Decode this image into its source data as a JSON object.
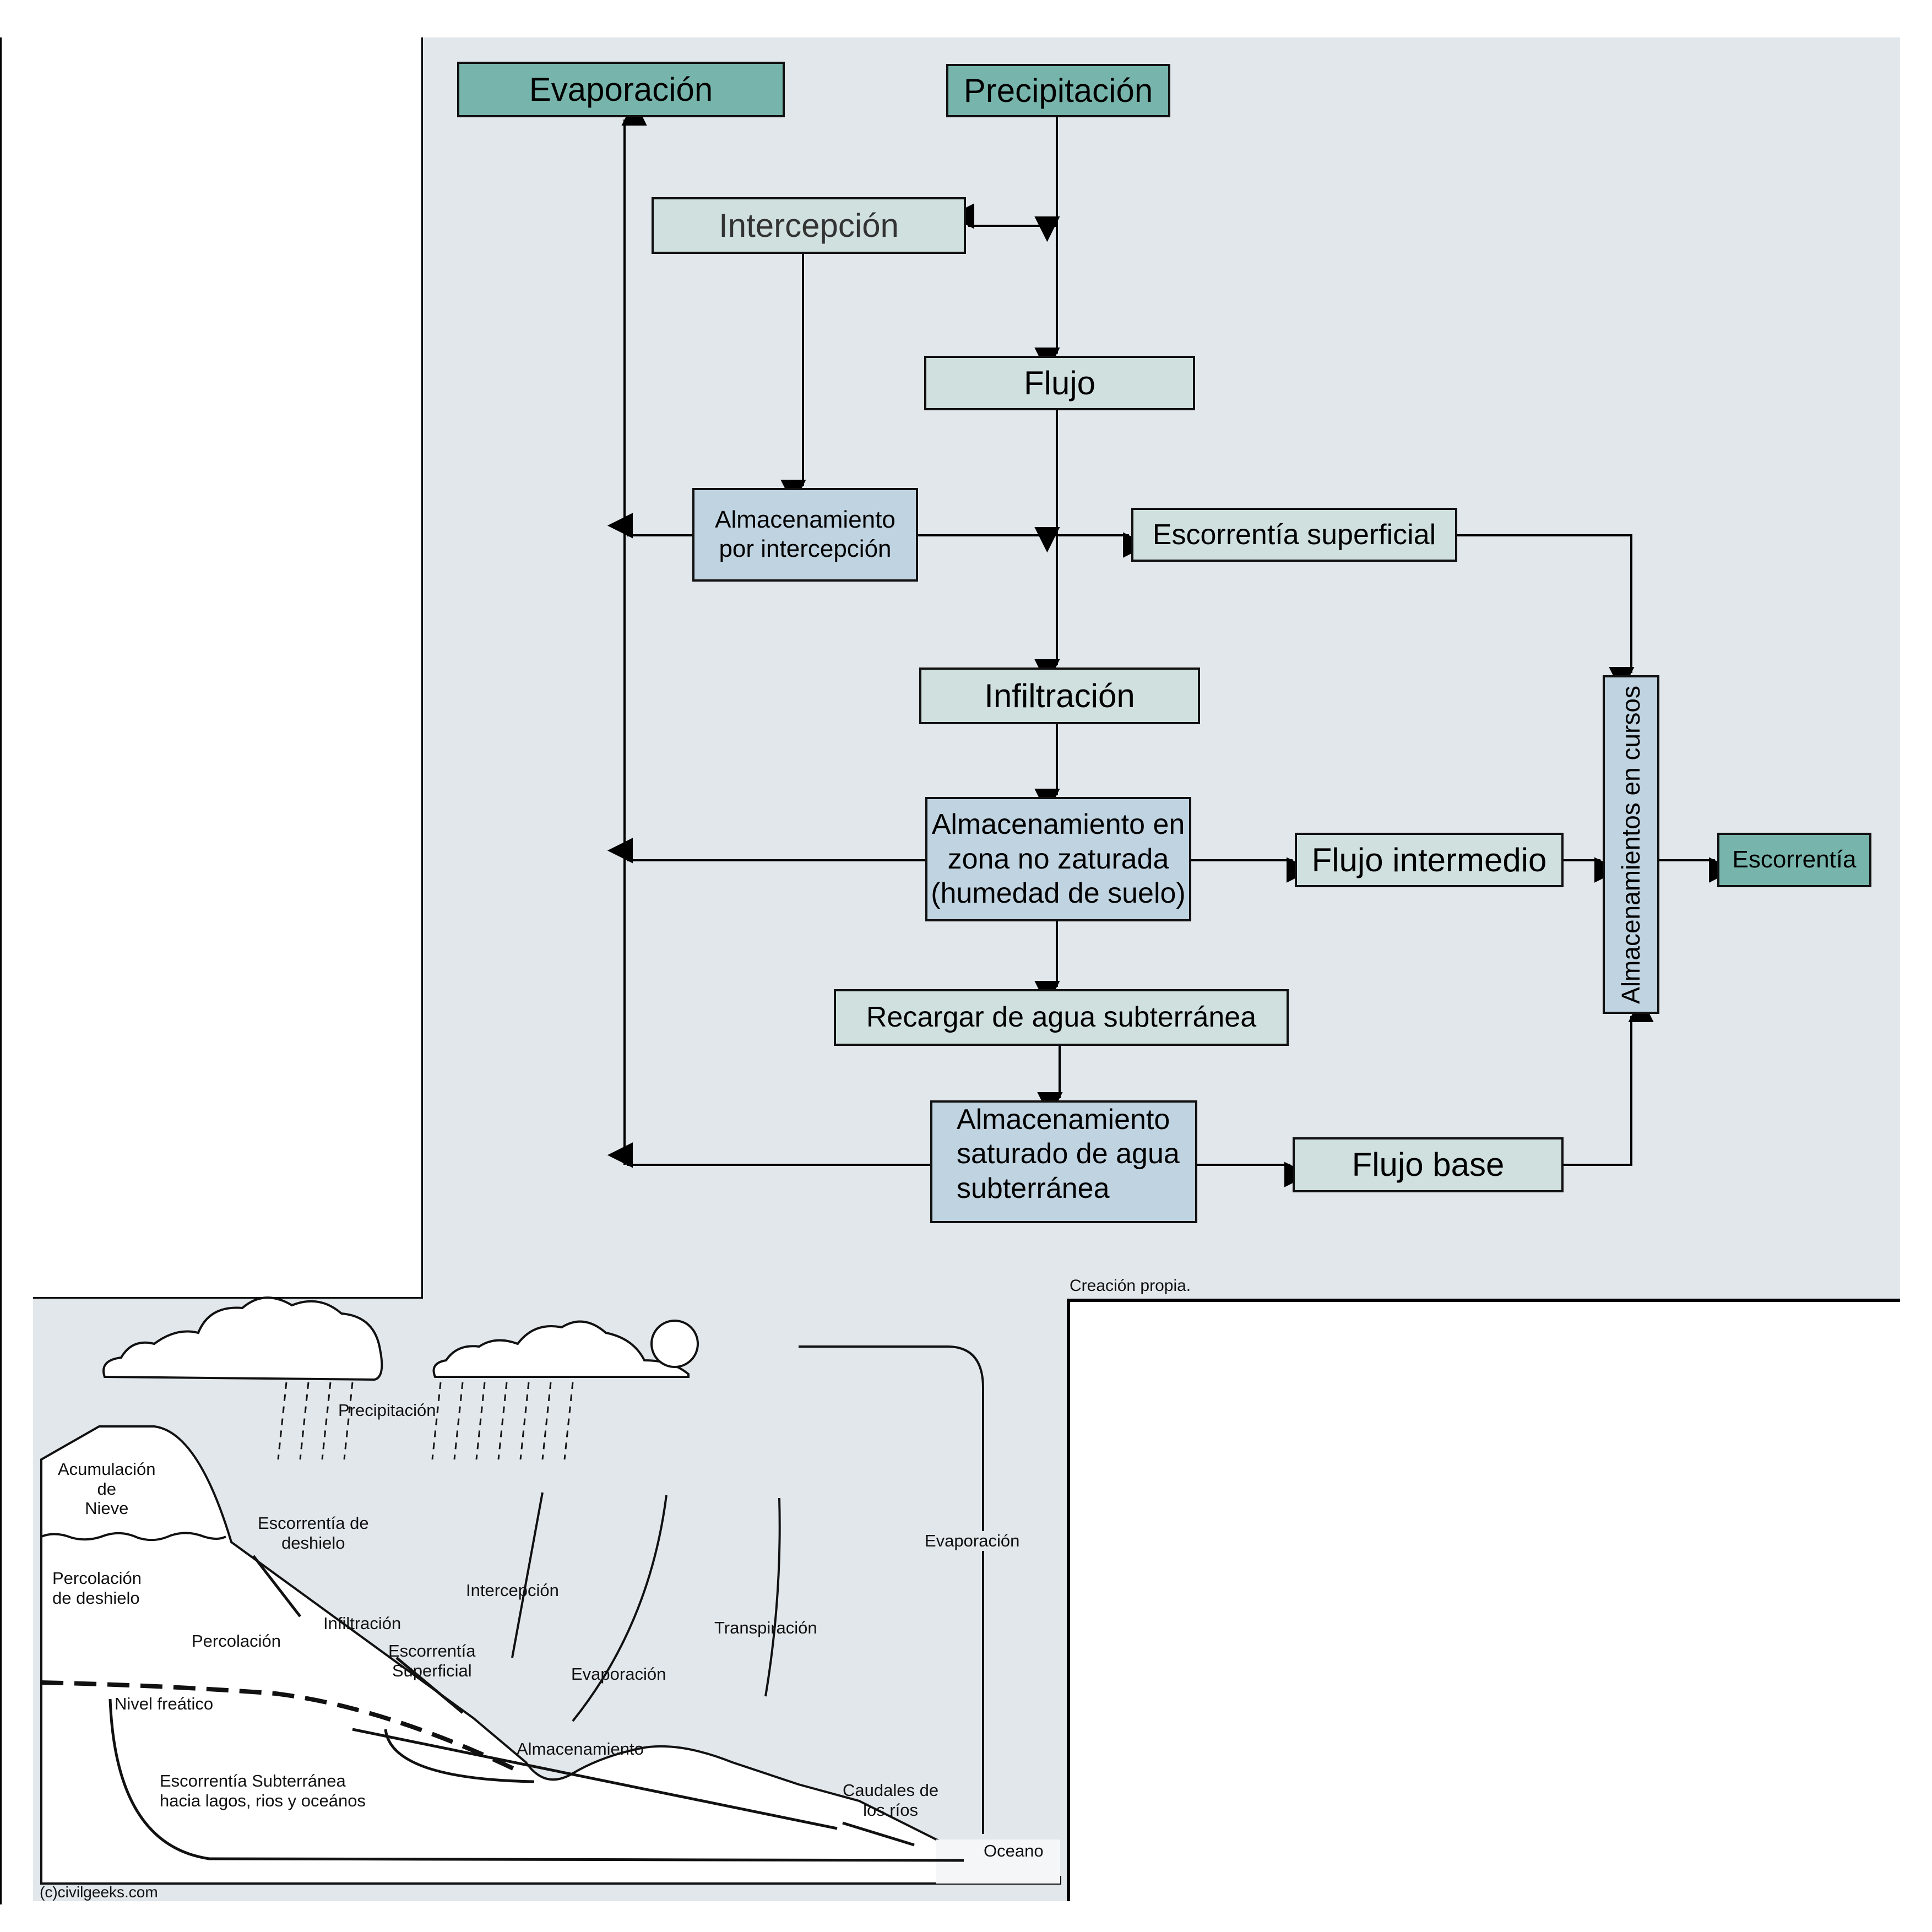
{
  "flowchart": {
    "nodes": {
      "evaporacion": "Evaporación",
      "precipitacion": "Precipitación",
      "intercepcion": "Intercepción",
      "flujo": "Flujo",
      "almac_intercepcion": [
        "Almacenamiento",
        "por intercepción"
      ],
      "escorrentia_superficial": "Escorrentía superficial",
      "infiltracion": "Infiltración",
      "almac_no_saturada": [
        "Almacenamiento en",
        "zona no zaturada",
        "(humedad de suelo)"
      ],
      "flujo_intermedio": "Flujo intermedio",
      "almac_cursos": "Almacenamientos en cursos",
      "escorrentia": "Escorrentía",
      "recarga": "Recargar de agua subterránea",
      "almac_saturado": [
        "Almacenamiento",
        "saturado de agua",
        "subterránea"
      ],
      "flujo_base": "Flujo base"
    },
    "edges": [
      [
        "precipitacion",
        "intercepcion"
      ],
      [
        "precipitacion",
        "flujo"
      ],
      [
        "intercepcion",
        "almac_intercepcion"
      ],
      [
        "flujo",
        "escorrentia_superficial"
      ],
      [
        "flujo",
        "infiltracion"
      ],
      [
        "almac_intercepcion",
        "evaporacion"
      ],
      [
        "escorrentia_superficial",
        "almac_cursos"
      ],
      [
        "infiltracion",
        "almac_no_saturada"
      ],
      [
        "almac_no_saturada",
        "evaporacion"
      ],
      [
        "almac_no_saturada",
        "flujo_intermedio"
      ],
      [
        "almac_no_saturada",
        "recarga"
      ],
      [
        "flujo_intermedio",
        "almac_cursos"
      ],
      [
        "almac_cursos",
        "escorrentia"
      ],
      [
        "recarga",
        "almac_saturado"
      ],
      [
        "almac_saturado",
        "evaporacion"
      ],
      [
        "almac_saturado",
        "flujo_base"
      ],
      [
        "flujo_base",
        "almac_cursos"
      ]
    ],
    "colors": {
      "primary": "#77b5ac",
      "secondary": "#cfe0de",
      "storage": "#c0d3e1",
      "panel": "#e2e7eb"
    },
    "caption": "Creación propia."
  },
  "illustration": {
    "labels": {
      "precipitacion": "Precipitación",
      "acumulacion": [
        "Acumulación",
        "de",
        "Nieve"
      ],
      "escorrentia_deshielo": [
        "Escorrentía de",
        "deshielo"
      ],
      "percolacion_deshielo": [
        "Percolación",
        "de deshielo"
      ],
      "infiltracion": "Infiltración",
      "percolacion": "Percolación",
      "escorrentia_superficial": [
        "Escorrentía",
        "Superficial"
      ],
      "nivel_freatico": "Nivel freático",
      "intercepcion": "Intercepción",
      "evaporacion_suelo": "Evaporación",
      "transpiracion": "Transpiración",
      "evaporacion_oceano": "Evaporación",
      "almacenamiento": "Almacenamiento",
      "escorrentia_subterranea": [
        "Escorrentía Subterránea",
        "hacia lagos, rios y oceános"
      ],
      "caudales": [
        "Caudales de",
        "los ríos"
      ],
      "oceano": "Oceano"
    },
    "credit": "(c)civilgeeks.com"
  }
}
